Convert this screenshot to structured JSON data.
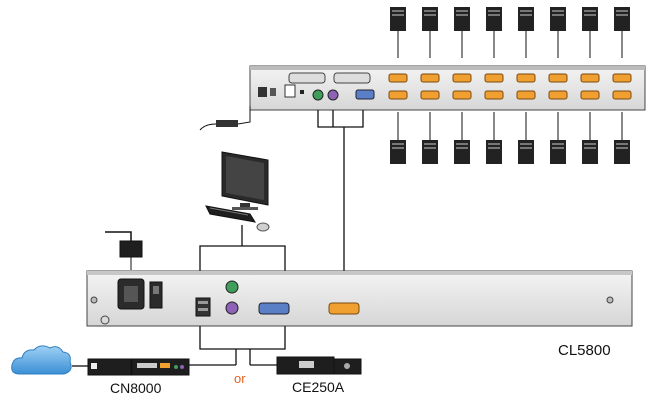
{
  "labels": {
    "main_unit": "CL5800",
    "remote_a": "CN8000",
    "remote_b": "CE250A",
    "separator": "or"
  },
  "colors": {
    "chassis": "#e6e6e6",
    "panel_top": "#d9d9d9",
    "vga_port": "#5b7fc7",
    "serial_port": "#f0a030",
    "ps2_keyboard": "#8e62b6",
    "ps2_mouse": "#3f9f5a",
    "cloud": "#5aa7e0",
    "or_text": "#e2621d",
    "line": "#111111"
  },
  "icons": {
    "server": "server-tower-icon",
    "power": "power-outlet-icon",
    "cloud": "network-cloud-icon",
    "monitor": "monitor-icon",
    "keyboard": "keyboard-icon",
    "mouse": "mouse-icon"
  },
  "servers": {
    "top_row": 8,
    "bottom_row": 8
  }
}
